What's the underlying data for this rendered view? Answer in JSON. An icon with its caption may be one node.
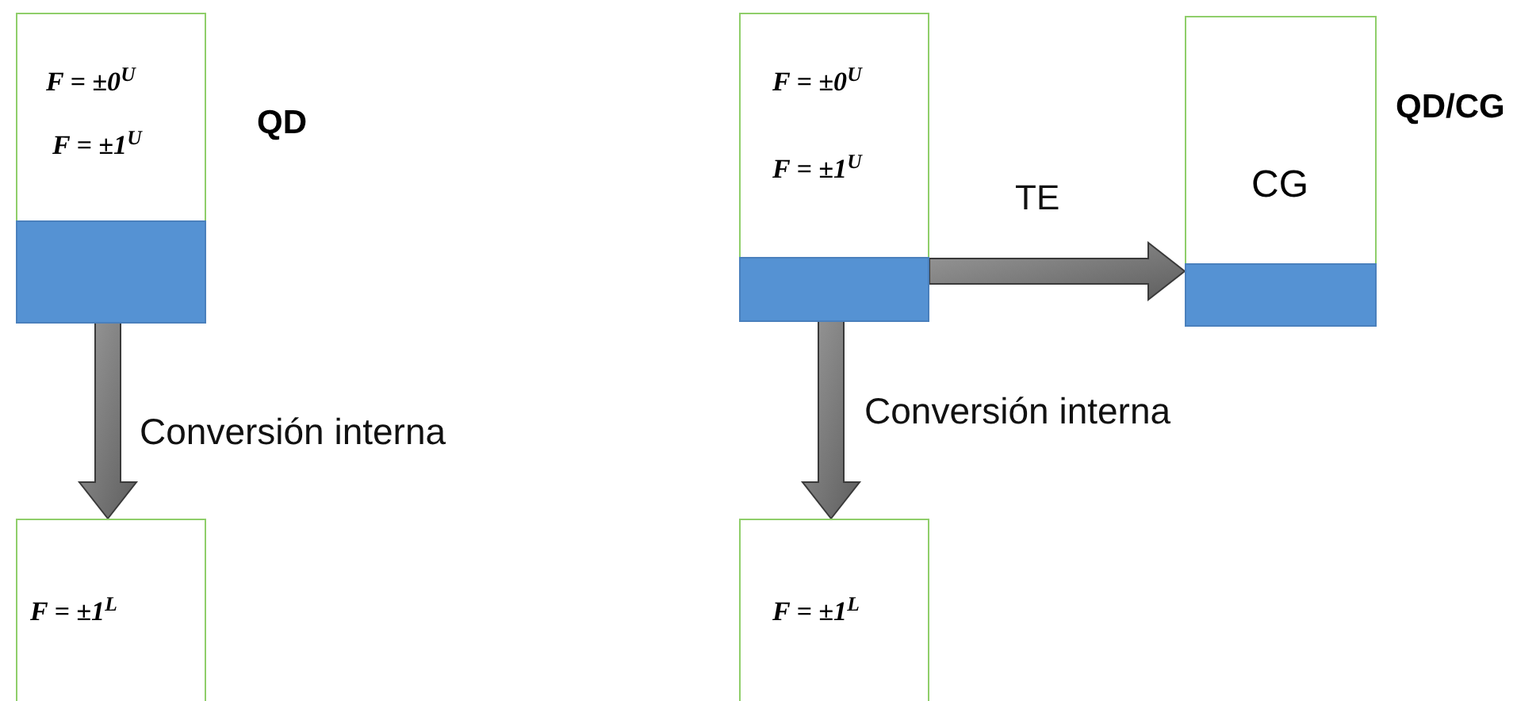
{
  "diagram": {
    "nodes": [
      {
        "text": [
          "F = ±0$^{U}$",
          "F = ±1$^{U}$"
        ]
      },
      {
        "text": [],
        "shape": "bar",
        "in": 0
      },
      {
        "text": [
          "F = ±1$^{L}$"
        ]
      },
      {
        "text": [
          "F = ±0$^{U}$",
          "F = ±1$^{U}$"
        ]
      },
      {
        "text": [],
        "shape": "bar",
        "in": 3
      },
      {
        "text": [
          "CG"
        ]
      },
      {
        "text": [],
        "shape": "bar",
        "in": 5
      },
      {
        "text": [
          "F = ±1$^{L}$"
        ]
      }
    ],
    "edges": [
      {
        "from": 1,
        "to": 2,
        "arrow": "to",
        "label": "Conversión interna"
      },
      {
        "from": 4,
        "to": 5,
        "arrow": "to",
        "label": "TE"
      },
      {
        "from": 4,
        "to": 7,
        "arrow": "to",
        "label": "Conversión interna"
      }
    ],
    "labels": [
      "QD",
      "QD/CG"
    ]
  }
}
